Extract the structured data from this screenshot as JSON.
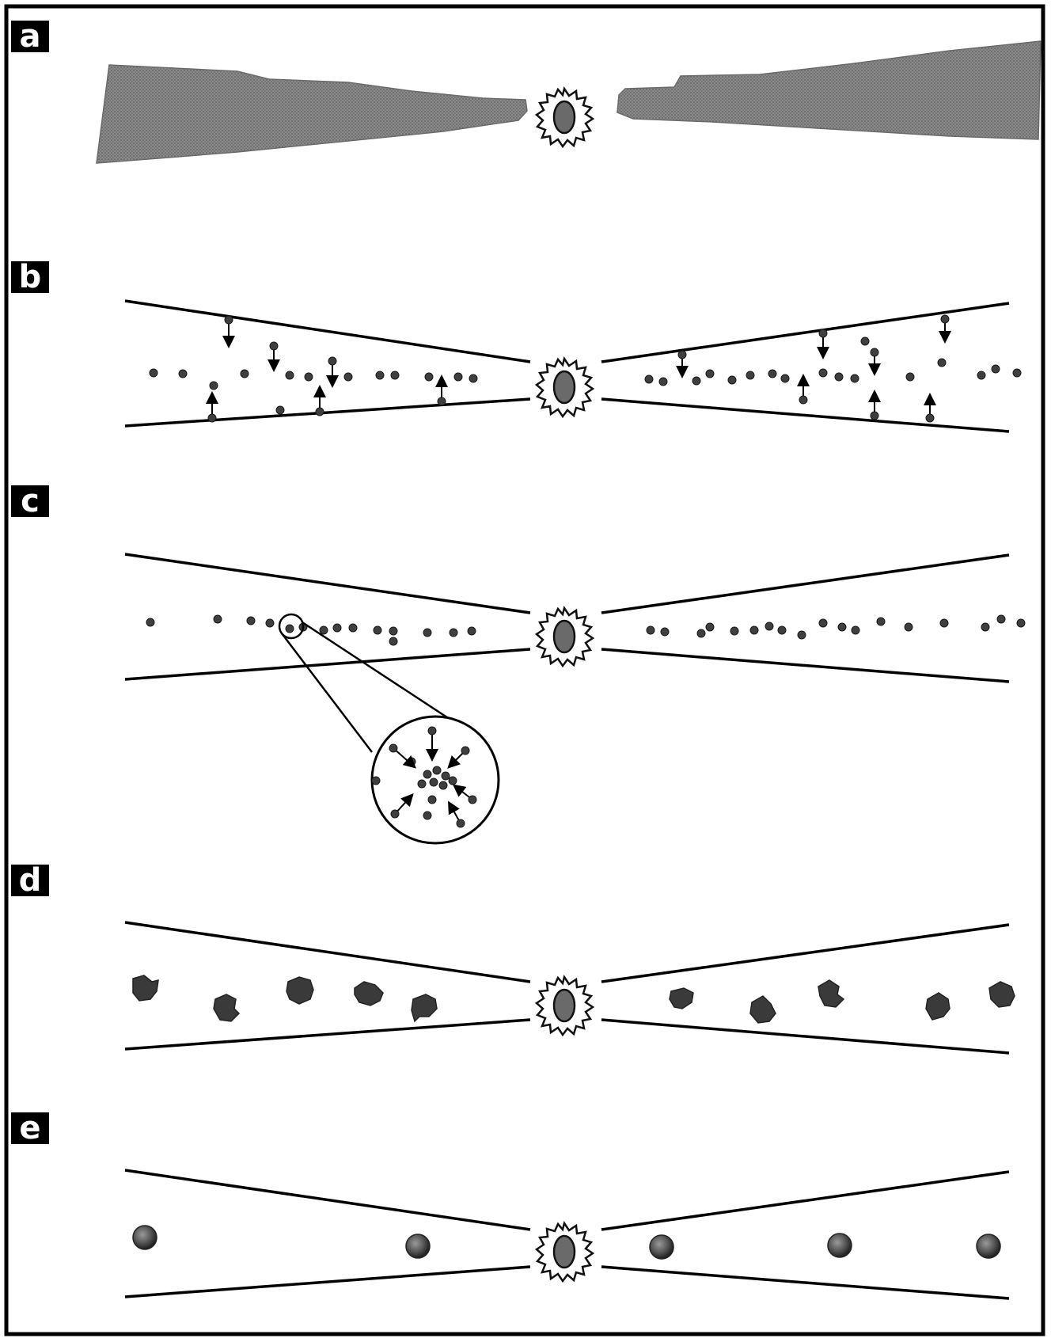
{
  "panels": [
    {
      "label": "a"
    },
    {
      "label": "b"
    },
    {
      "label": "c"
    },
    {
      "label": "d"
    },
    {
      "label": "e"
    }
  ],
  "colors": {
    "frame": "#000000",
    "fiber_gray": "#7a7a7a",
    "particle": "#3f3f3f",
    "nucleus": "#6a6a6a",
    "bead": "#555555"
  }
}
